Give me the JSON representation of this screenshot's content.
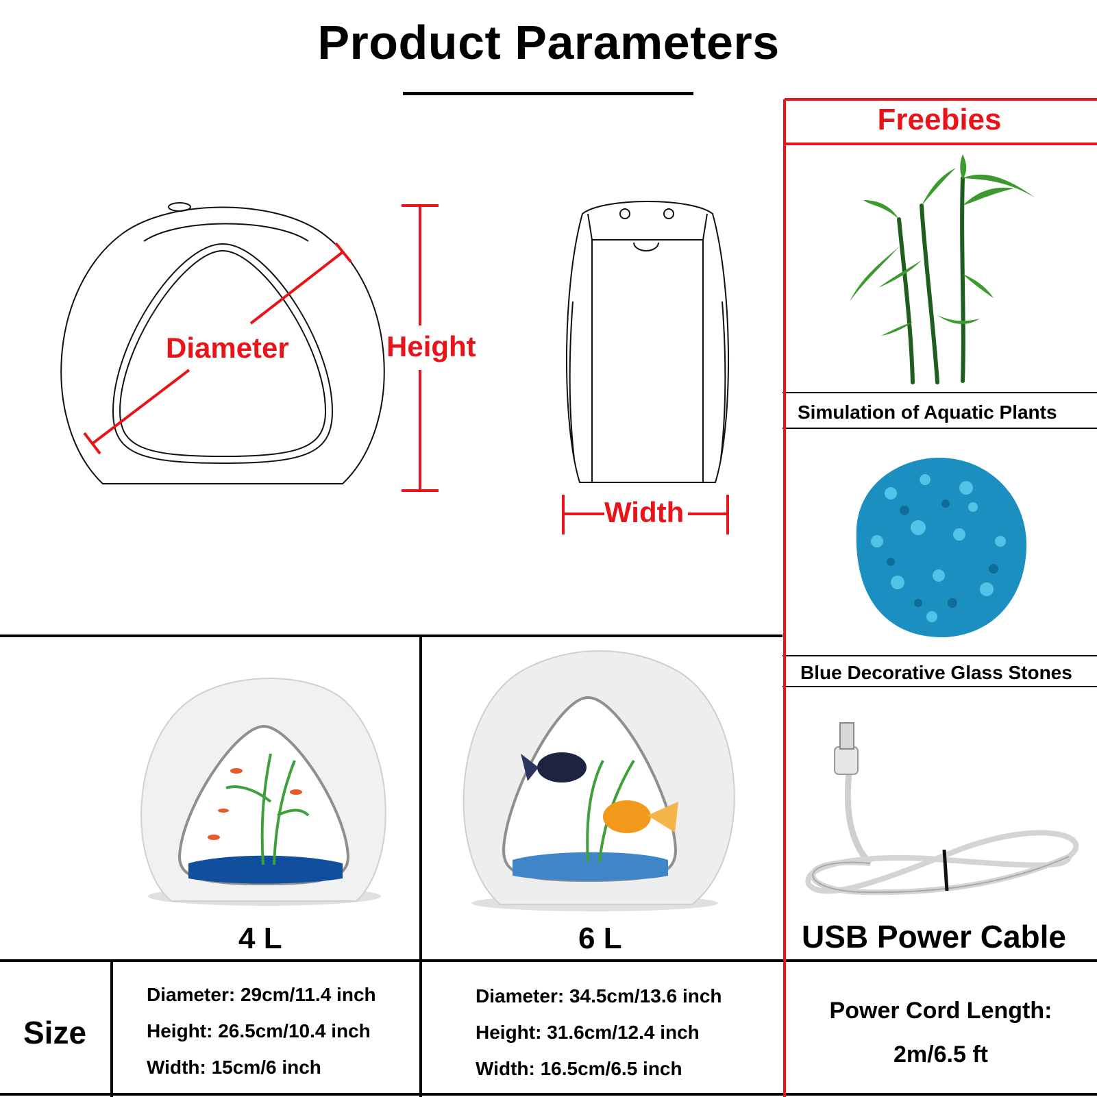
{
  "title": "Product Parameters",
  "diagram": {
    "diameter_label": "Diameter",
    "height_label": "Height",
    "width_label": "Width"
  },
  "freebies": {
    "title": "Freebies",
    "items": [
      {
        "caption": "Simulation of Aquatic Plants",
        "icon": "bamboo-plant-icon"
      },
      {
        "caption": "Blue Decorative Glass Stones",
        "icon": "glass-stones-icon"
      },
      {
        "caption": "USB Power Cable",
        "icon": "usb-cable-icon"
      }
    ]
  },
  "products": [
    {
      "volume": "4 L",
      "specs": [
        "Diameter: 29cm/11.4 inch",
        "Height: 26.5cm/10.4 inch",
        "Width: 15cm/6 inch"
      ]
    },
    {
      "volume": "6 L",
      "specs": [
        "Diameter: 34.5cm/13.6 inch",
        "Height: 31.6cm/12.4 inch",
        "Width: 16.5cm/6.5 inch"
      ]
    }
  ],
  "size_row": {
    "label": "Size",
    "cord_lines": [
      "Power Cord Length:",
      "2m/6.5 ft"
    ]
  },
  "colors": {
    "accent_red": "#e8141a",
    "stone_blue": "#1a8fc0",
    "plant_green": "#2f8a2c"
  }
}
